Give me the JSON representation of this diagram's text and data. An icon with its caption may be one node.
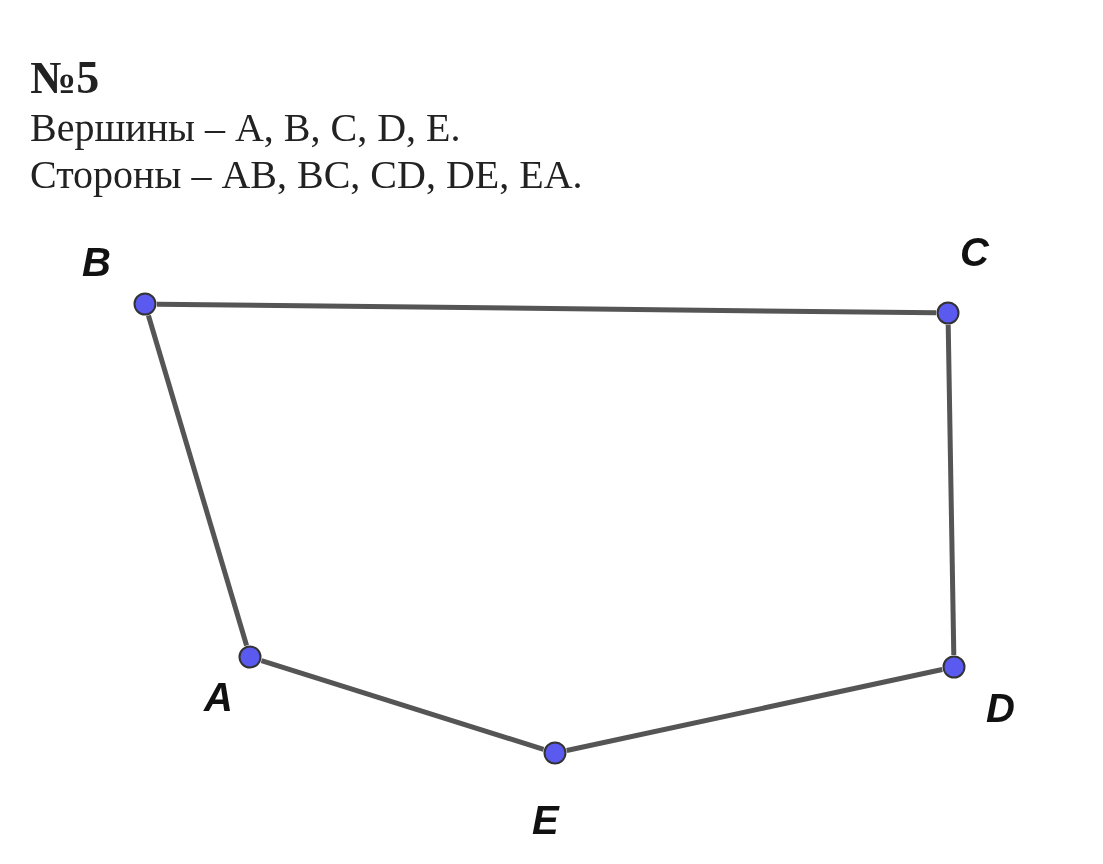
{
  "diagram": {
    "title": "№5",
    "nodes": [
      {
        "text": [],
        "shape": "circle",
        "beside": [
          "B"
        ]
      },
      {
        "text": [],
        "shape": "circle",
        "beside": [
          "C"
        ]
      },
      {
        "text": [],
        "shape": "circle",
        "beside": [
          "A"
        ]
      },
      {
        "text": [],
        "shape": "circle",
        "beside": [
          "D"
        ]
      },
      {
        "text": [],
        "shape": "circle",
        "beside": [
          "E"
        ]
      }
    ],
    "edges": [
      {
        "from": 2,
        "to": 0,
        "arrow": "none"
      },
      {
        "from": 0,
        "to": 1,
        "arrow": "none"
      },
      {
        "from": 1,
        "to": 3,
        "arrow": "none"
      },
      {
        "from": 3,
        "to": 4,
        "arrow": "none"
      },
      {
        "from": 4,
        "to": 2,
        "arrow": "none"
      }
    ],
    "labels": [
      "Вершины – A, B, C, D, E.",
      "Стороны – AB, BC, CD, DE, EA."
    ]
  }
}
